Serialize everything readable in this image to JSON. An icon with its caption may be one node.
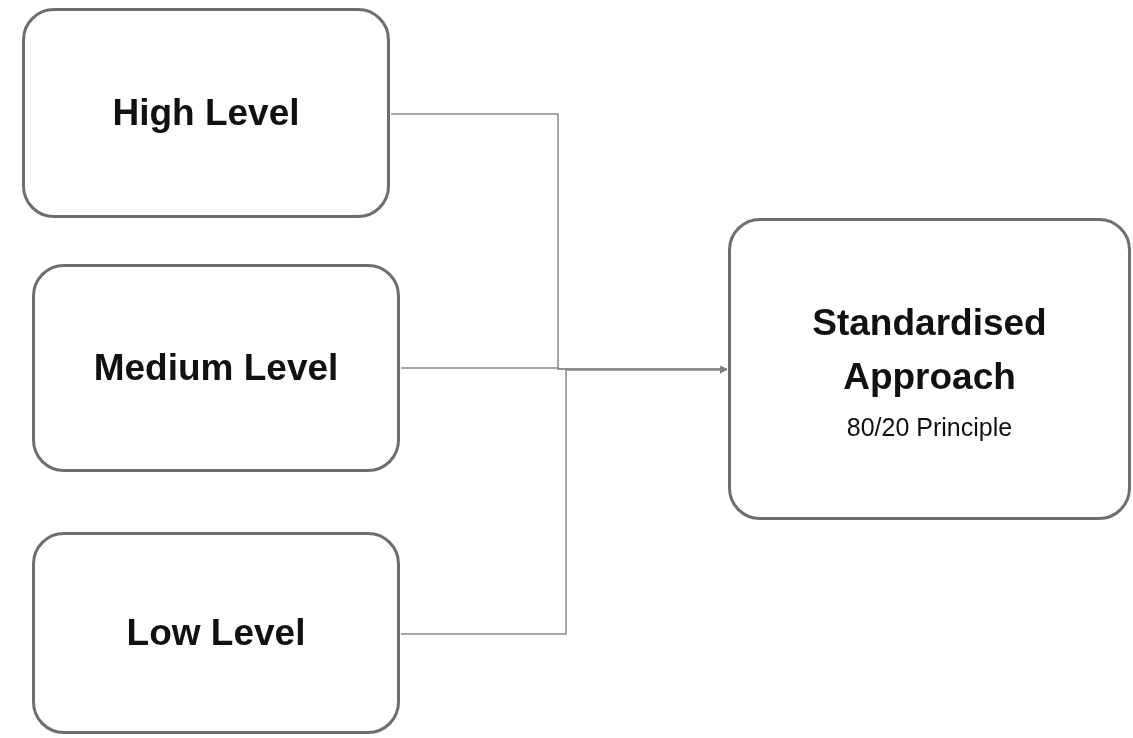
{
  "diagram": {
    "nodes": [
      {
        "text": [
          "High Level"
        ]
      },
      {
        "text": [
          "Medium Level"
        ]
      },
      {
        "text": [
          "Low Level"
        ]
      },
      {
        "text": [
          "Standardised Approach",
          "80/20 Principle"
        ]
      }
    ],
    "edges": [
      {
        "from": 0,
        "to": 3,
        "arrow": "to"
      },
      {
        "from": 1,
        "to": 3,
        "arrow": "to"
      },
      {
        "from": 2,
        "to": 3,
        "arrow": "to"
      }
    ]
  }
}
